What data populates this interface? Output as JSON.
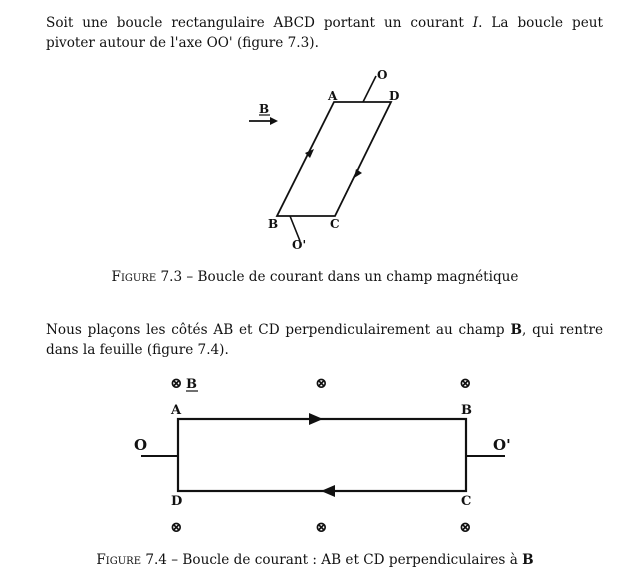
{
  "paragraph1": {
    "text_before_symbol": "Soit une boucle rectangulaire ABCD portant un courant ",
    "symbol": "I",
    "text_after_symbol": ". La boucle peut pivoter autour de l'axe OO' (figure 7.3)."
  },
  "figure1": {
    "labels": {
      "A": "A",
      "B": "B",
      "C": "C",
      "D": "D",
      "O": "O",
      "O_prime": "O'",
      "field": "B"
    },
    "caption_prefix": "Figure 7.3",
    "caption_text": " – Boucle de courant dans un champ magnétique"
  },
  "paragraph2": {
    "text_before_bold": "Nous plaçons les côtés AB et CD perpendiculairement au champ ",
    "bold": "B",
    "text_after_bold": ", qui rentre dans la feuille (figure 7.4)."
  },
  "figure2": {
    "labels": {
      "A": "A",
      "B": "B",
      "C": "C",
      "D": "D",
      "O": "O",
      "O_prime": "O'",
      "field": "B"
    },
    "field_symbol": "⊗",
    "caption_prefix": "Figure 7.4",
    "caption_text": " – Boucle de courant : AB et CD perpendiculaires à ",
    "caption_bold": "B"
  }
}
